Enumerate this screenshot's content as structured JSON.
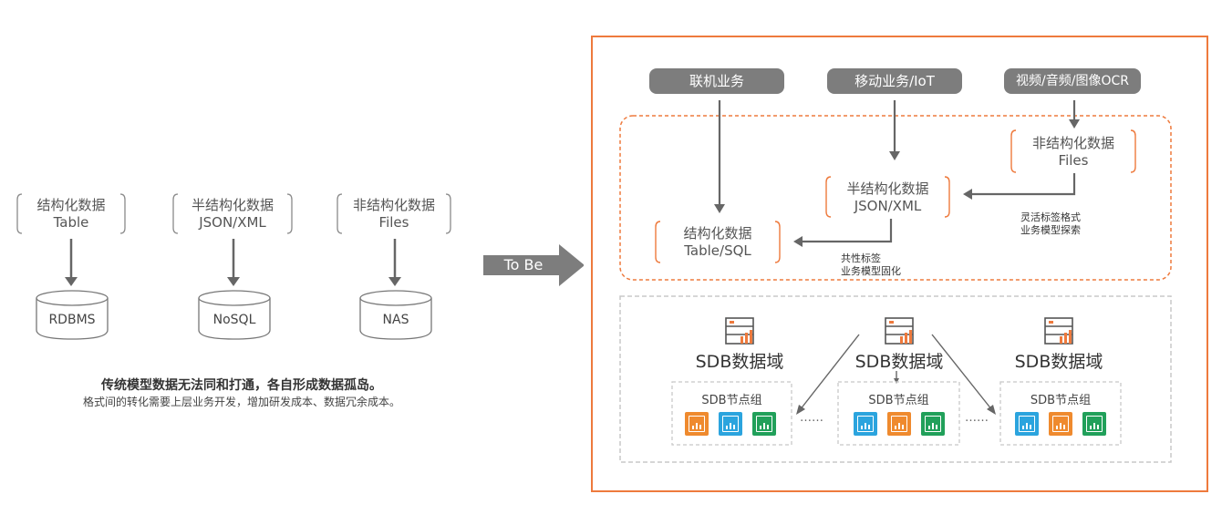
{
  "left": {
    "sources": [
      {
        "title": "结构化数据",
        "sub": "Table",
        "store": "RDBMS"
      },
      {
        "title": "半结构化数据",
        "sub": "JSON/XML",
        "store": "NoSQL"
      },
      {
        "title": "非结构化数据",
        "sub": "Files",
        "store": "NAS"
      }
    ],
    "headline": "传统模型数据无法同和打通，各自形成数据孤岛。",
    "subline": "格式间的转化需要上层业务开发，增加研发成本、数据冗余成本。"
  },
  "arrow": {
    "label": "To Be"
  },
  "right": {
    "apps": [
      "联机业务",
      "移动业务/IoT",
      "视频/音频/图像OCR"
    ],
    "structured": {
      "title": "结构化数据",
      "sub": "Table/SQL"
    },
    "semi": {
      "title": "半结构化数据",
      "sub": "JSON/XML"
    },
    "unstructured": {
      "title": "非结构化数据",
      "sub": "Files"
    },
    "caption_flex": [
      "灵活标签格式",
      "业务模型探索"
    ],
    "caption_fixed": [
      "共性标签",
      "业务模型固化"
    ],
    "domains": [
      {
        "title": "SDB数据域",
        "group": "SDB节点组",
        "nodes": [
          "orange",
          "blue",
          "green"
        ]
      },
      {
        "title": "SDB数据域",
        "group": "SDB节点组",
        "nodes": [
          "blue",
          "orange",
          "green"
        ]
      },
      {
        "title": "SDB数据域",
        "group": "SDB节点组",
        "nodes": [
          "blue",
          "orange",
          "green"
        ]
      }
    ],
    "ellipsis": "……"
  },
  "colors": {
    "accent": "#ee7a3d",
    "gray": "#7d7d7d",
    "node_orange": "#ef8a2e",
    "node_blue": "#2ba4de",
    "node_green": "#21a05a"
  }
}
